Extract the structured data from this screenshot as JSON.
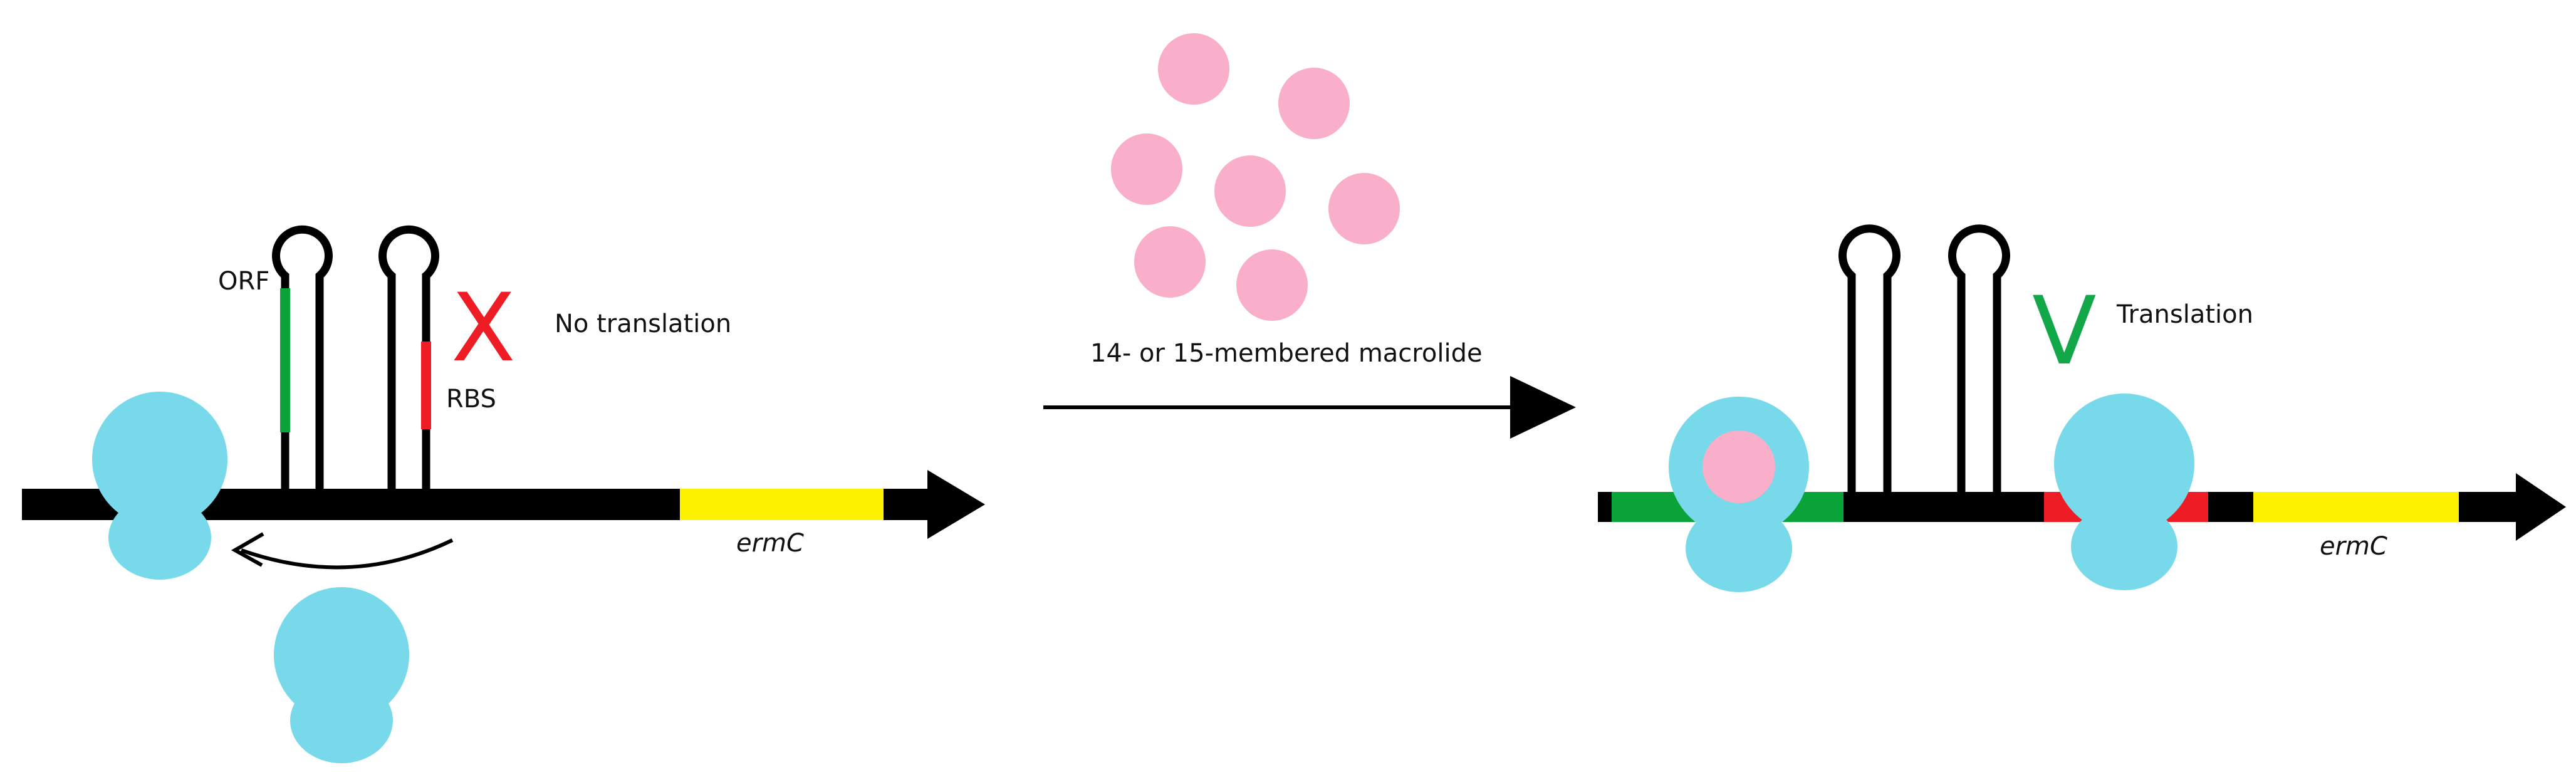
{
  "colors": {
    "mrna": "#000000",
    "orf": "#0aa33a",
    "rbs": "#ee1c24",
    "gene": "#fff200",
    "ribosome": "#77d9ea",
    "macrolide": "#f9aec9",
    "no_mark": "#ee1c24",
    "yes_mark": "#12a84a"
  },
  "left_panel": {
    "orf_label": "ORF",
    "rbs_label": "RBS",
    "status_mark": "X",
    "status_text": "No translation",
    "gene_label": "ermC"
  },
  "middle": {
    "arrow_label": "14- or 15-membered macrolide"
  },
  "right_panel": {
    "status_mark": "V",
    "status_text": "Translation",
    "gene_label": "ermC"
  },
  "icons": {
    "ribosome": "ribosome-icon",
    "macrolide": "macrolide-molecule-icon",
    "stem_loop": "stem-loop-icon"
  }
}
